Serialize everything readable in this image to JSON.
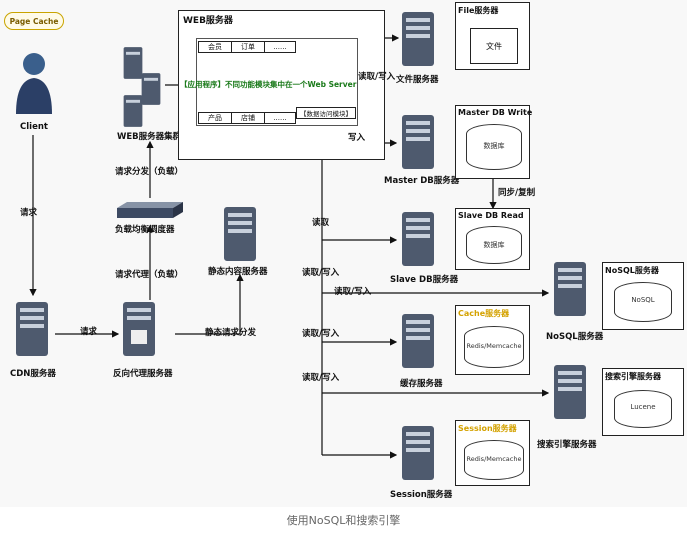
{
  "badge": "Page Cache",
  "client": "Client",
  "cdn": "CDN服务器",
  "reverse_proxy": "反向代理服务器",
  "load_balancer": "负载均衡调度器",
  "web_cluster": "WEB服务器集群",
  "static_server": "静态内容服务器",
  "web_server": {
    "title": "WEB服务器",
    "modules_top": [
      "会员",
      "订单",
      "......"
    ],
    "modules_bottom": [
      "产品",
      "店铺",
      "......"
    ],
    "app_note": "【应用程序】不同功能模块集中在一个Web Server",
    "data_access": "【数据访问模块】"
  },
  "file": {
    "panel": "File服务器",
    "doc": "文件",
    "server": "文件服务器"
  },
  "master": {
    "panel": "Master DB Write",
    "db": "数据库",
    "server": "Master DB服务器"
  },
  "slave": {
    "panel": "Slave DB Read",
    "db": "数据库",
    "server": "Slave DB服务器"
  },
  "nosql": {
    "panel": "NoSQL服务器",
    "db": "NoSQL",
    "server": "NoSQL服务器"
  },
  "cache": {
    "panel": "Cache服务器",
    "db": "Redis/Memcache",
    "server": "缓存服务器"
  },
  "search": {
    "panel": "搜索引擎服务器",
    "db": "Lucene",
    "server": "搜索引擎服务器"
  },
  "session": {
    "panel": "Session服务器",
    "db": "Redis/Memcache",
    "server": "Session服务器"
  },
  "edges": {
    "request1": "请求",
    "request2": "请求",
    "dispatch": "请求分发（负载）",
    "proxy": "请求代理（负载）",
    "static_dispatch": "静态请求分发",
    "file_rw": "读取/写入",
    "write": "写入",
    "sync": "同步/复制",
    "read": "读取",
    "slave_rw": "读取/写入",
    "nosql_rw": "读取/写入",
    "cache_rw": "读取/写入",
    "search_rw": "读取/写入"
  },
  "caption": "使用NoSQL和搜索引擎",
  "colors": {
    "accent_gold": "#d4a200",
    "app_note_green": "#1a7a1a",
    "server_blue": "#2b3f66"
  }
}
